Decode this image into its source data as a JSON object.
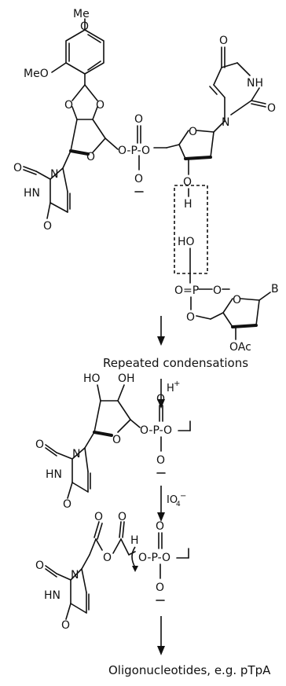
{
  "labels": {
    "me_top": "Me",
    "o_aryl_top": "O",
    "meo": "MeO",
    "o_acetal_l": "O",
    "o_acetal_r": "O",
    "o_ring1": "O",
    "link1": "O-P-O",
    "p1_dbl_o": "O",
    "p1_anion_o": "O",
    "ura1_o_top": "O",
    "ura1_hn": "HN",
    "ura1_o_bot": "O",
    "ura1_n": "N",
    "ura2_o_top": "O",
    "ura2_nh": "NH",
    "ura2_o_right": "O",
    "ura2_n": "N",
    "o_ring2": "O",
    "o3p": "O",
    "h3p": "H",
    "ho_box": "HO",
    "p2_left_o": "O=P",
    "p2_right_o": "O",
    "p2_bottom_o": "O",
    "o_ring3": "O",
    "base_b": "B",
    "oac": "OAc",
    "repeated": "Repeated condensations",
    "h_plus": "H",
    "o_r1": "O",
    "ho_a": "HO",
    "oh_b": "OH",
    "chain_r1": "O-P-O",
    "p_r1_dbl": "O",
    "p_r1_anion": "O",
    "ura3_o": "O",
    "ura3_n": "N",
    "ura3_hn": "HN",
    "ura3_o_bot": "O",
    "periodate": "IO",
    "ald_o1": "O",
    "ald_o2": "O",
    "h_ald": "H",
    "o_r2": "O",
    "chain_r2": "O-P-O",
    "p_r2_dbl": "O",
    "p_r2_anion": "O",
    "ura4_o": "O",
    "ura4_n": "N",
    "ura4_hn": "HN",
    "ura4_o_bot": "O",
    "final": "Oligonucleotides, e.g. pTpA"
  }
}
